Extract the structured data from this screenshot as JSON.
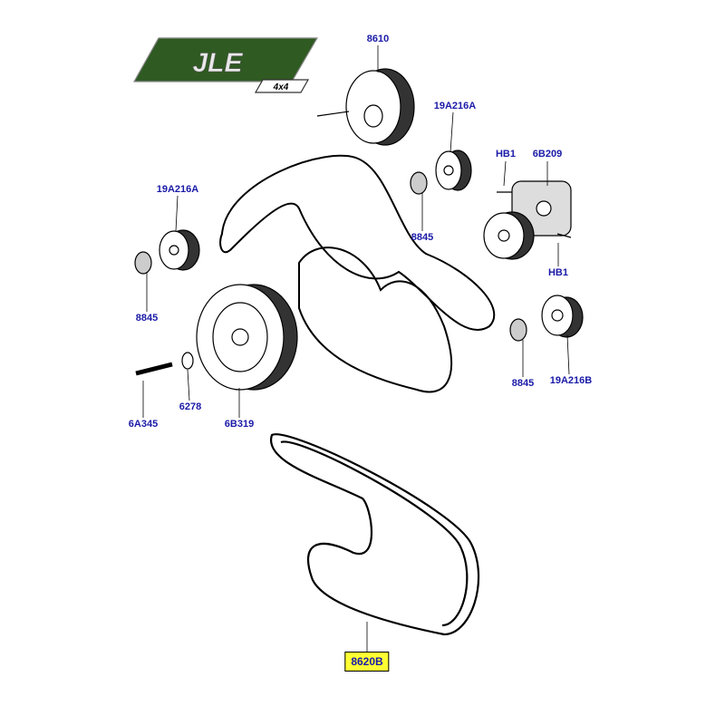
{
  "logo": {
    "text": "JLE",
    "subtext": "4x4"
  },
  "callouts": {
    "c8610": "8610",
    "c19a216a_top": "19A216A",
    "c19a216a_left": "19A216A",
    "c19a216b": "19A216B",
    "c6b209": "6B209",
    "chb1_top": "HB1",
    "chb1_bottom": "HB1",
    "c8845_mid": "8845",
    "c8845_left": "8845",
    "c8845_right": "8845",
    "c6278": "6278",
    "c6a345": "6A345",
    "c6b319": "6B319",
    "c8620b": "8620B"
  },
  "colors": {
    "label": "#1a1aa8",
    "highlight": "#ffff33",
    "logo": "#2f5a22"
  }
}
